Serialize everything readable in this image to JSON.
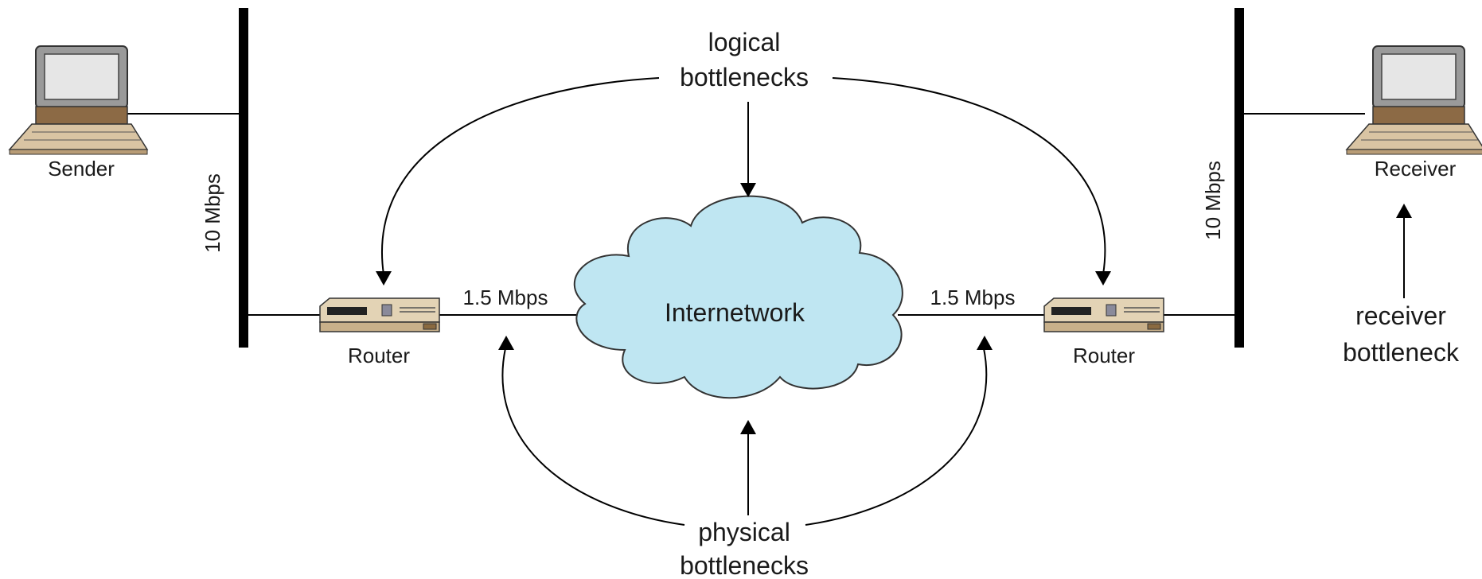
{
  "sender": {
    "label": "Sender"
  },
  "receiver": {
    "label": "Receiver"
  },
  "left_bus": {
    "speed": "10 Mbps"
  },
  "right_bus": {
    "speed": "10 Mbps"
  },
  "left_router": {
    "label": "Router",
    "link_speed": "1.5 Mbps"
  },
  "right_router": {
    "label": "Router",
    "link_speed": "1.5 Mbps"
  },
  "cloud": {
    "label": "Internetwork",
    "color": "#bfe6f2"
  },
  "annotations": {
    "logical": {
      "line1": "logical",
      "line2": "bottlenecks"
    },
    "physical": {
      "line1": "physical",
      "line2": "bottlenecks"
    },
    "receiver_bottleneck": {
      "line1": "receiver",
      "line2": "bottleneck"
    }
  },
  "icons": {
    "sender": "computer-icon",
    "receiver": "computer-icon",
    "routers": "router-icon",
    "cloud": "cloud-icon"
  }
}
